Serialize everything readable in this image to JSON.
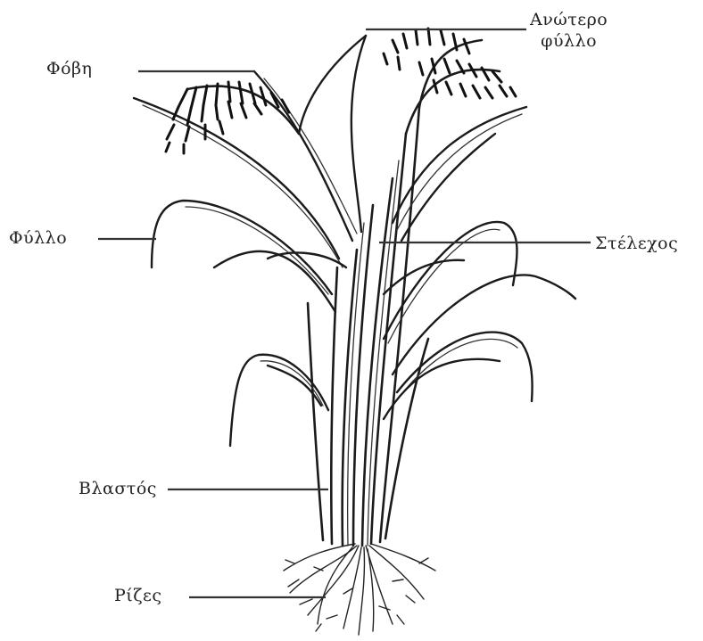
{
  "labels": {
    "panicle": "Φόβη",
    "upper_leaf_line1": "Ανώτερο",
    "upper_leaf_line2": "φύλλο",
    "leaf": "Φύλλο",
    "stem": "Στέλεχος",
    "tiller": "Βλαστός",
    "roots": "Ρίζες"
  }
}
